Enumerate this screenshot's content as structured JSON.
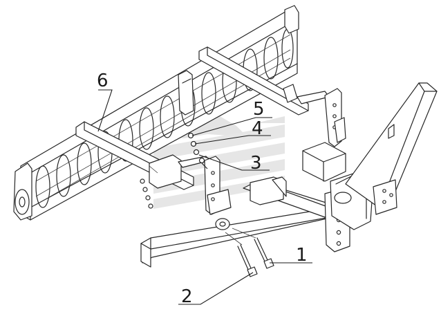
{
  "callouts": [
    {
      "id": "1",
      "label": "1"
    },
    {
      "id": "2",
      "label": "2"
    },
    {
      "id": "3",
      "label": "3"
    },
    {
      "id": "4",
      "label": "4"
    },
    {
      "id": "5",
      "label": "5"
    },
    {
      "id": "6",
      "label": "6"
    }
  ],
  "watermark": {
    "icon": "tractor-logo-watermark",
    "color": "#c8c8c8"
  },
  "colors": {
    "line": "#262626",
    "background": "#ffffff"
  }
}
